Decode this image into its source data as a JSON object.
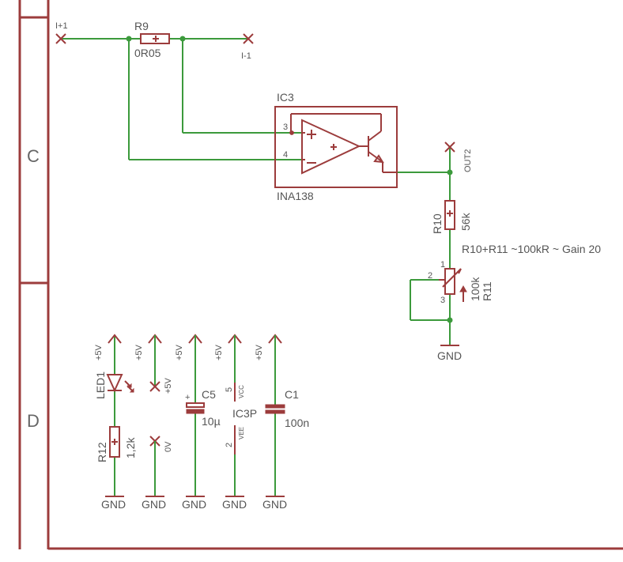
{
  "frame": {
    "zones": [
      "C",
      "D"
    ]
  },
  "current_input": {
    "plus": "I+1",
    "minus": "I-1"
  },
  "shunt": {
    "ref": "R9",
    "value": "0R05"
  },
  "amplifier": {
    "ref": "IC3",
    "part": "INA138",
    "pin_plus": "3",
    "pin_minus": "4"
  },
  "output": {
    "name": "OUT2"
  },
  "gain_resistor": {
    "ref": "R10",
    "value": "56k"
  },
  "trim_pot": {
    "ref": "R11",
    "value": "100k",
    "pin1": "1",
    "pin2": "2",
    "pin3": "3"
  },
  "gain_note": "R10+R11 ~100kR ~ Gain 20",
  "gnd_label": "GND",
  "supply_label": "+5V",
  "led": {
    "ref": "LED1"
  },
  "led_resistor": {
    "ref": "R12",
    "value": "1,2k"
  },
  "test_points": {
    "supply": "+5V",
    "zero": "0V"
  },
  "cap_c5": {
    "ref": "C5",
    "value": "10µ",
    "polarity": "+"
  },
  "power_pins": {
    "ref": "IC3P",
    "vcc_pin": "5",
    "vcc": "VCC",
    "vee_pin": "2",
    "vee": "VEE"
  },
  "cap_c1": {
    "ref": "C1",
    "value": "100n"
  }
}
